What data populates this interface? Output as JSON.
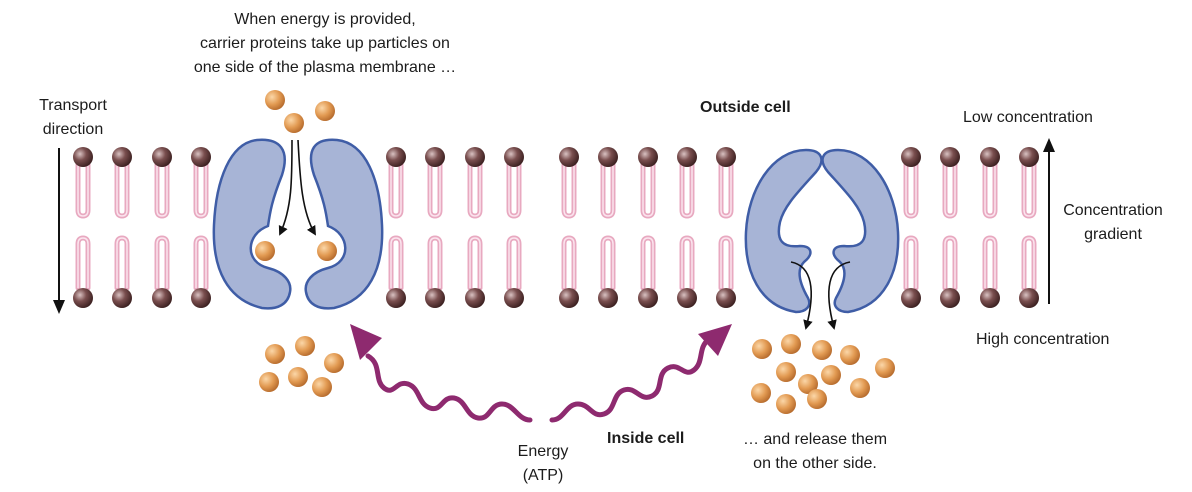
{
  "top_caption": {
    "line1": "When energy is provided,",
    "line2": "carrier proteins take up particles on",
    "line3": "one side of the plasma membrane …"
  },
  "transport_direction": {
    "line1": "Transport",
    "line2": "direction"
  },
  "outside_cell": "Outside cell",
  "inside_cell": "Inside cell",
  "low_concentration": "Low concentration",
  "high_concentration": "High concentration",
  "concentration_gradient": {
    "line1": "Concentration",
    "line2": "gradient"
  },
  "energy": {
    "line1": "Energy",
    "line2": "(ATP)"
  },
  "bottom_caption": {
    "line1": "… and release them",
    "line2": "on the other side."
  },
  "colors": {
    "lipid_head": "#5e3a3a",
    "lipid_tail": "#e8a9c0",
    "protein_fill": "#a7b4d6",
    "protein_stroke": "#3f5da6",
    "particle": "#e0964f",
    "energy_arrow": "#8e2a6f",
    "arrow": "#111111"
  }
}
